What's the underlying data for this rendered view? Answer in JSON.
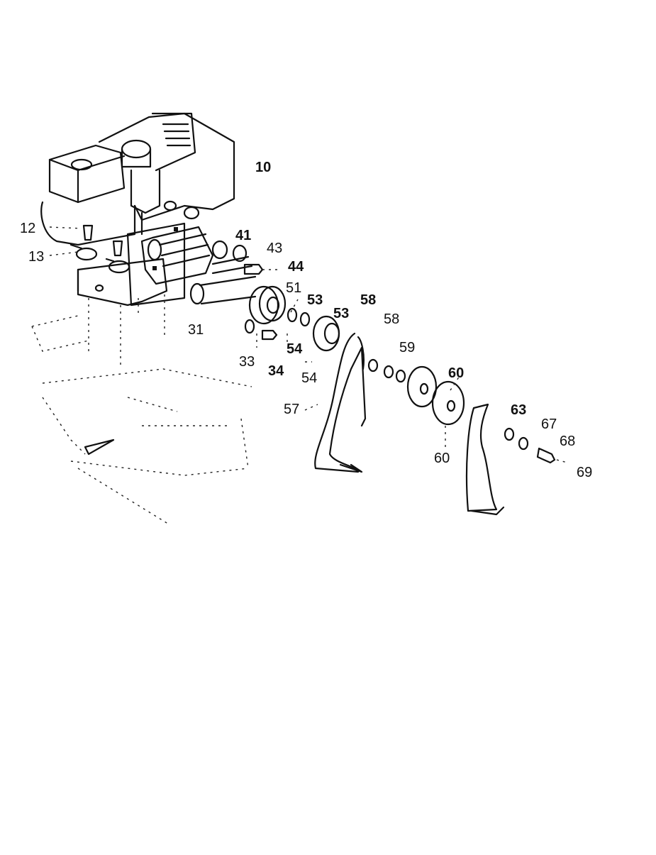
{
  "diagram": {
    "labels": [
      {
        "id": "p10",
        "text": "10",
        "bold": true
      },
      {
        "id": "p12",
        "text": "12",
        "bold": false
      },
      {
        "id": "p13",
        "text": "13",
        "bold": false
      },
      {
        "id": "p41",
        "text": "41",
        "bold": true
      },
      {
        "id": "p43",
        "text": "43",
        "bold": false
      },
      {
        "id": "p44",
        "text": "44",
        "bold": true
      },
      {
        "id": "p51",
        "text": "51",
        "bold": false
      },
      {
        "id": "p53a",
        "text": "53",
        "bold": true
      },
      {
        "id": "p53b",
        "text": "53",
        "bold": true
      },
      {
        "id": "p58a",
        "text": "58",
        "bold": true
      },
      {
        "id": "p58b",
        "text": "58",
        "bold": false
      },
      {
        "id": "p59",
        "text": "59",
        "bold": false
      },
      {
        "id": "p31",
        "text": "31",
        "bold": false
      },
      {
        "id": "p54a",
        "text": "54",
        "bold": true
      },
      {
        "id": "p33",
        "text": "33",
        "bold": false
      },
      {
        "id": "p34",
        "text": "34",
        "bold": true
      },
      {
        "id": "p54b",
        "text": "54",
        "bold": false
      },
      {
        "id": "p60a",
        "text": "60",
        "bold": true
      },
      {
        "id": "p57",
        "text": "57",
        "bold": false
      },
      {
        "id": "p63",
        "text": "63",
        "bold": true
      },
      {
        "id": "p67",
        "text": "67",
        "bold": false
      },
      {
        "id": "p68",
        "text": "68",
        "bold": false
      },
      {
        "id": "p60b",
        "text": "60",
        "bold": false
      },
      {
        "id": "p69",
        "text": "69",
        "bold": false
      }
    ]
  }
}
